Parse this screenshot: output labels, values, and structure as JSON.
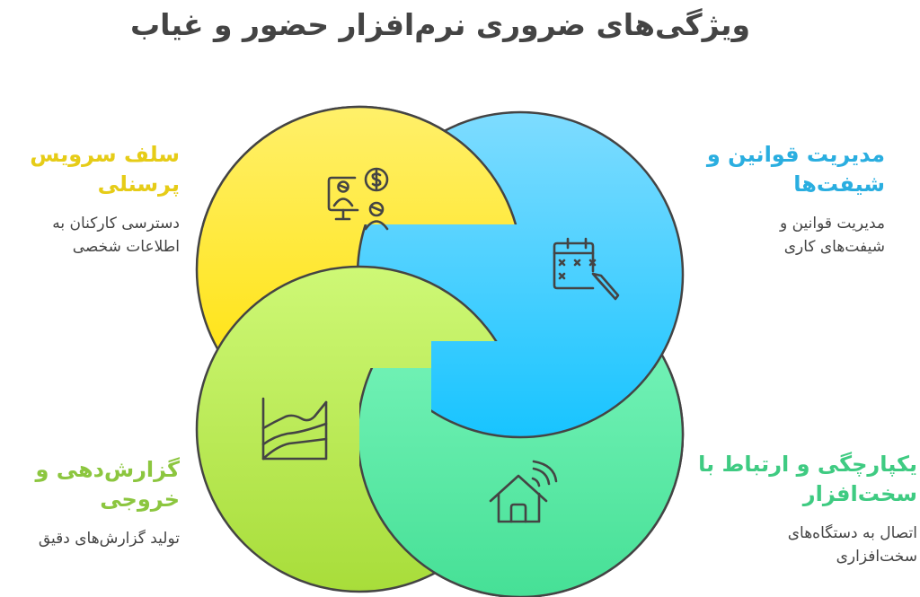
{
  "title": "ویژگی‌های ضروری نرم‌افزار حضور و غیاب",
  "colors": {
    "yellow": "#ffe71a",
    "blue": "#33c6ff",
    "lime": "#b6e44a",
    "green": "#52e39e",
    "outline": "#444444",
    "text": "#444444"
  },
  "features": [
    {
      "id": "self-service",
      "heading_line1": "سلف سرویس",
      "heading_line2": "پرسنلی",
      "desc_line1": "دسترسی کارکنان به",
      "desc_line2": "اطلاعات شخصی",
      "icon": "employee-self-service-icon",
      "color": "#e6cc17"
    },
    {
      "id": "rules-shifts",
      "heading_line1": "مدیریت قوانین و",
      "heading_line2": "شیفت‌ها",
      "desc_line1": "مدیریت قوانین و",
      "desc_line2": "شیفت‌های کاری",
      "icon": "calendar-edit-icon",
      "color": "#2aaee0"
    },
    {
      "id": "hardware",
      "heading_line1": "یکپارچگی و ارتباط با",
      "heading_line2": "سخت‌افزار",
      "desc_line1": "اتصال به دستگاه‌های",
      "desc_line2": "سخت‌افزاری",
      "icon": "smart-home-icon",
      "color": "#3fcb82"
    },
    {
      "id": "reporting",
      "heading_line1": "گزارش‌دهی و",
      "heading_line2": "خروجی",
      "desc_line1": "تولید گزارش‌های دقیق",
      "desc_line2": "",
      "icon": "area-chart-icon",
      "color": "#8cc63f"
    }
  ]
}
